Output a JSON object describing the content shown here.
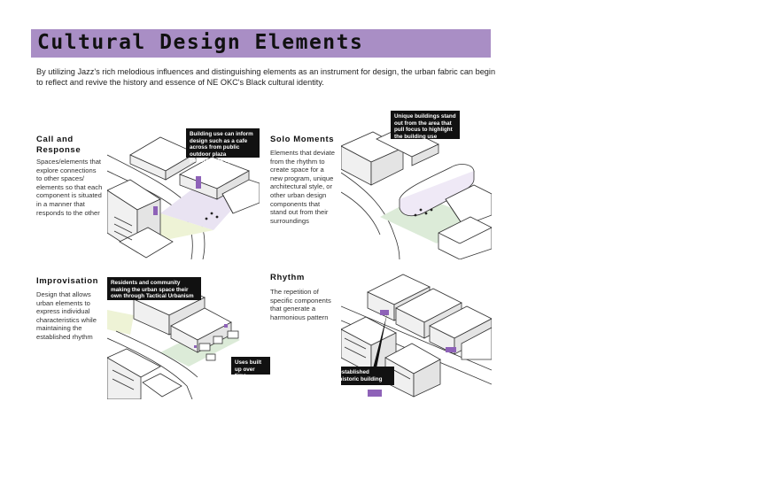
{
  "header": {
    "title": "Cultural Design Elements",
    "intro": "By utilizing Jazz's rich melodious influences and distinguishing elements as an instrument for design, the urban fabric can begin to reflect and revive the history and essence of NE OKC's Black cultural identity."
  },
  "sections": {
    "call_and_response": {
      "title": "Call and Response",
      "description": "Spaces/elements that explore connections to other spaces/ elements so that each component is situated in a manner that responds to the other",
      "callout": "Building use can inform design such as a cafe across from public outdoor plaza performance space"
    },
    "solo_moments": {
      "title": "Solo Moments",
      "description": "Elements that deviate from the rhythm to create space for a new program, unique architectural style, or other urban design components that stand out from their surroundings",
      "callout": "Unique buildings stand out from the area that pull focus to highlight the building use"
    },
    "improvisation": {
      "title": "Improvisation",
      "description": "Design that allows urban elements to express individual characteristics while maintaining the established rhythm",
      "callout_1": "Residents and community making the urban space their own through Tactical Urbanism",
      "callout_2": "Uses built up over time"
    },
    "rhythm": {
      "title": "Rhythm",
      "description": "The repetition of specific components that generate a harmonious pattern",
      "callout": "Rhythm established through historic building massing"
    }
  },
  "colors": {
    "accent_purple": "#a98ec5",
    "highlight_purple": "#8e62b8",
    "green": "#cfe6cc",
    "callout_bg": "#111111"
  }
}
